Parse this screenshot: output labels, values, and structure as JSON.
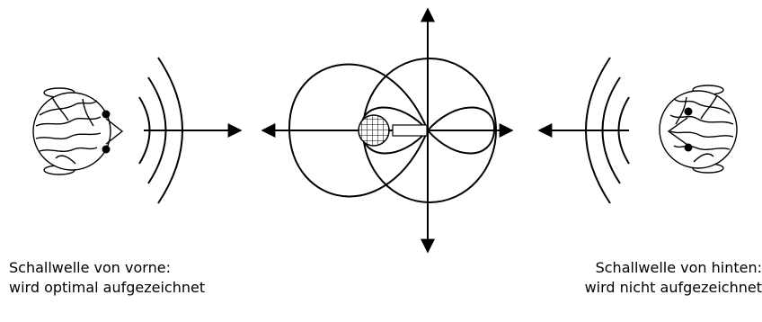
{
  "captions": {
    "front": {
      "line1": "Schallwelle von vorne:",
      "line2": "wird optimal aufgezeichnet"
    },
    "back": {
      "line1": "Schallwelle von hinten:",
      "line2": "wird nicht aufgezeichnet"
    }
  },
  "icons": {
    "left_head": "head-facing-right-icon",
    "right_head": "head-facing-left-icon",
    "microphone": "microphone-capsule-icon"
  }
}
